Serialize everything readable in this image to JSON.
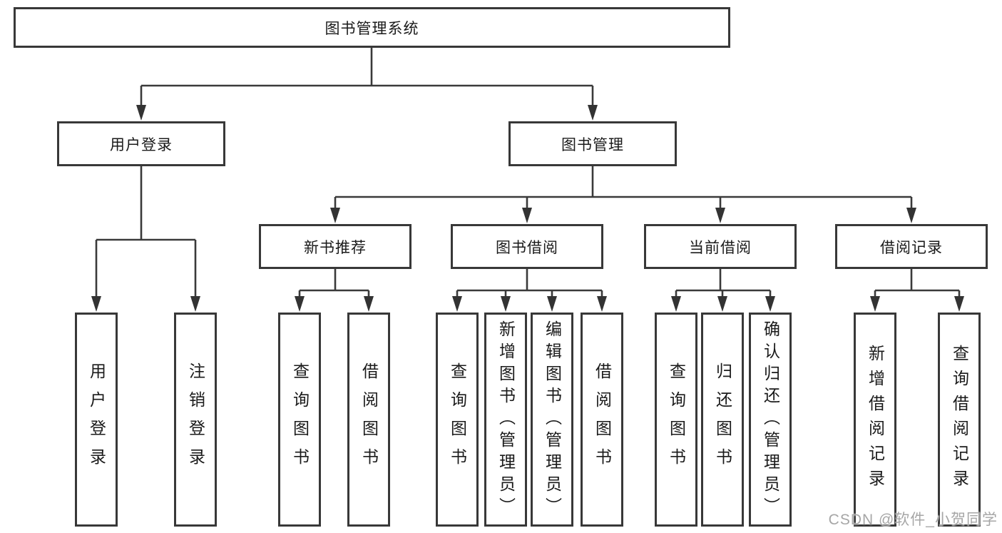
{
  "root": {
    "label": "图书管理系统"
  },
  "branches": {
    "user": {
      "label": "用户登录",
      "children": [
        {
          "label": "用户登录"
        },
        {
          "label": "注销登录"
        }
      ]
    },
    "book": {
      "label": "图书管理",
      "sections": {
        "recommend": {
          "label": "新书推荐",
          "children": [
            {
              "label": "查询图书"
            },
            {
              "label": "借阅图书"
            }
          ]
        },
        "borrow": {
          "label": "图书借阅",
          "children": [
            {
              "label": "查询图书"
            },
            {
              "label": "新增图书（管理员）"
            },
            {
              "label": "编辑图书（管理员）"
            },
            {
              "label": "借阅图书"
            }
          ]
        },
        "current": {
          "label": "当前借阅",
          "children": [
            {
              "label": "查询图书"
            },
            {
              "label": "归还图书"
            },
            {
              "label": "确认归还（管理员）"
            }
          ]
        },
        "record": {
          "label": "借阅记录",
          "children": [
            {
              "label": "新增借阅记录"
            },
            {
              "label": "查询借阅记录"
            }
          ]
        }
      }
    }
  },
  "watermark": {
    "text": "CSDN @软件_小贺同学"
  },
  "colors": {
    "background": "#ffffff",
    "line": "#3a3a3a",
    "box_border": "#383838",
    "text": "#1a1a1a",
    "watermark": "#a6a6a6"
  }
}
